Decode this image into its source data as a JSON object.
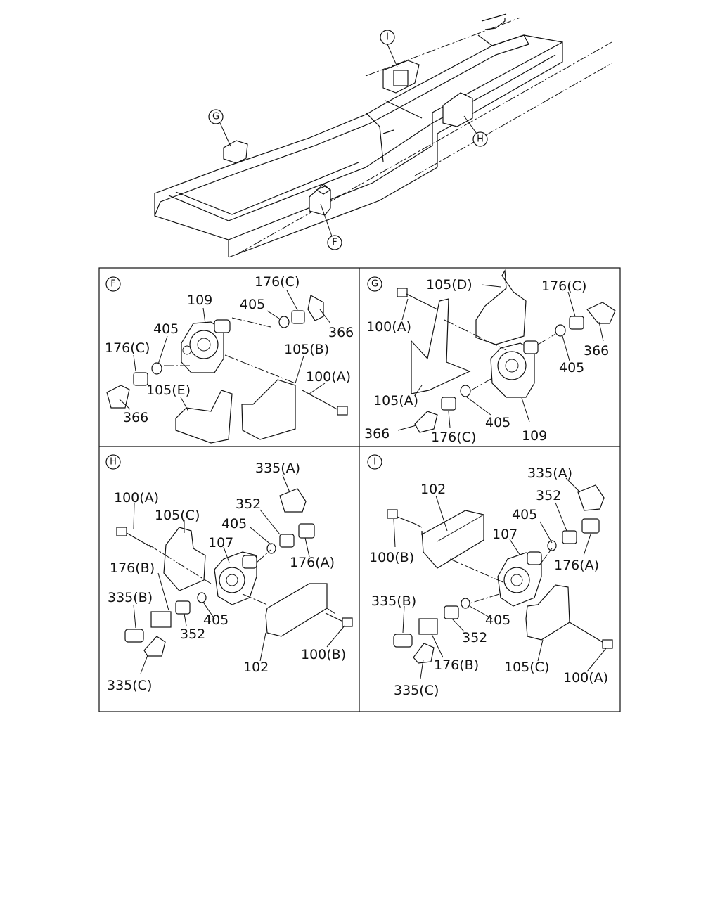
{
  "overview": {
    "callouts": [
      "I",
      "G",
      "H",
      "F"
    ]
  },
  "panels": {
    "F": {
      "id": "F",
      "labels": [
        "109",
        "176(C)",
        "405",
        "366",
        "405",
        "176(C)",
        "105(E)",
        "366",
        "105(B)",
        "100(A)"
      ]
    },
    "G": {
      "id": "G",
      "labels": [
        "105(D)",
        "176(C)",
        "100(A)",
        "366",
        "405",
        "105(A)",
        "366",
        "176(C)",
        "405",
        "109"
      ]
    },
    "H": {
      "id": "H",
      "labels": [
        "335(A)",
        "100(A)",
        "105(C)",
        "352",
        "405",
        "107",
        "176(A)",
        "176(B)",
        "335(B)",
        "352",
        "405",
        "100(B)",
        "102",
        "335(C)"
      ]
    },
    "I": {
      "id": "I",
      "labels": [
        "102",
        "335(A)",
        "352",
        "405",
        "100(B)",
        "107",
        "176(A)",
        "335(B)",
        "405",
        "352",
        "176(B)",
        "105(C)",
        "100(A)",
        "335(C)"
      ]
    }
  }
}
